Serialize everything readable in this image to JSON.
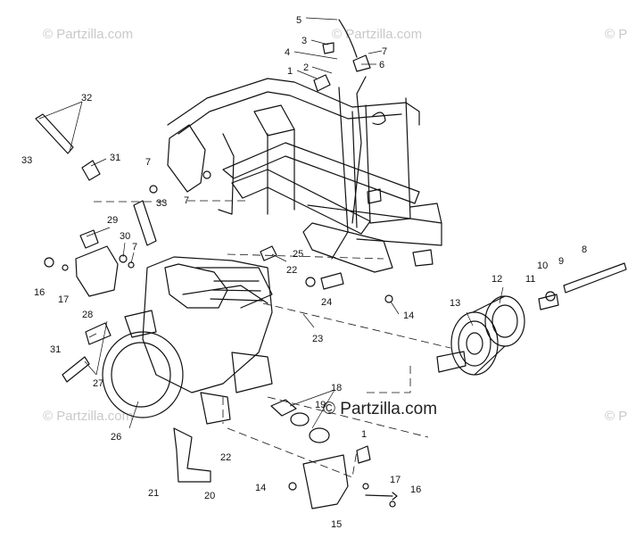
{
  "watermarks": {
    "main": "© Partzilla.com",
    "faint": "© Partzilla.com",
    "faint_clip": "© P"
  },
  "callouts": [
    "1",
    "2",
    "3",
    "4",
    "5",
    "6",
    "7",
    "8",
    "9",
    "10",
    "11",
    "12",
    "13",
    "14",
    "15",
    "16",
    "17",
    "18",
    "19",
    "20",
    "21",
    "22",
    "23",
    "24",
    "25",
    "26",
    "27",
    "28",
    "29",
    "30",
    "31",
    "32",
    "33"
  ]
}
